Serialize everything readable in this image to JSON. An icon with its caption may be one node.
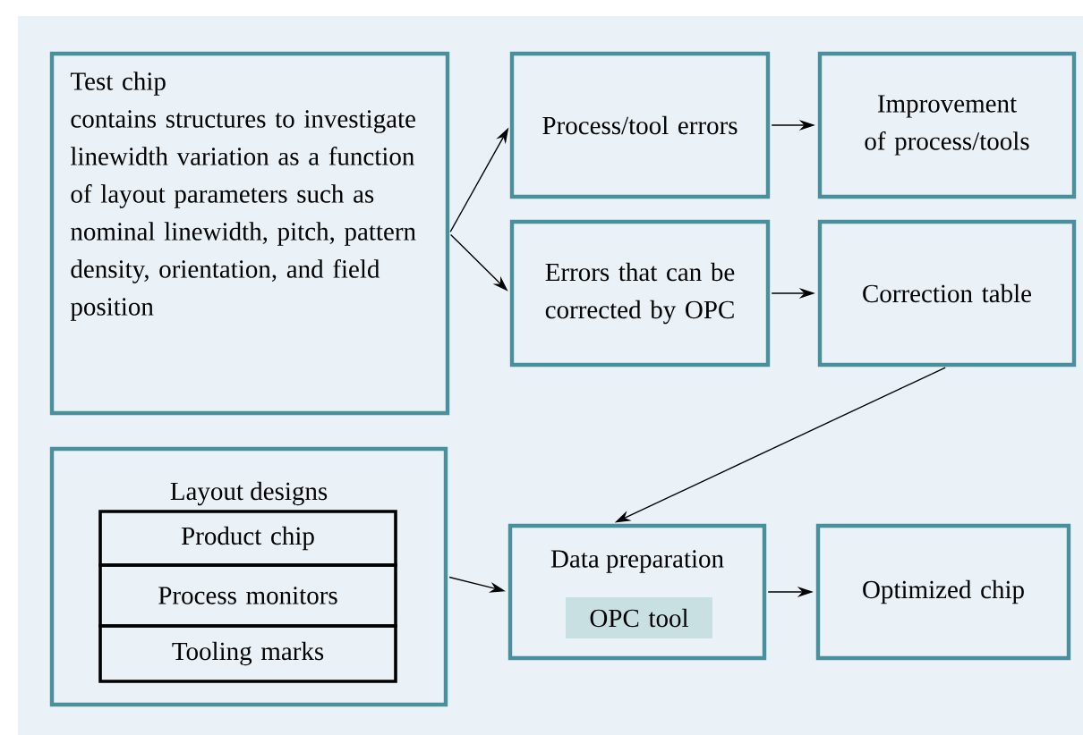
{
  "diagram": {
    "nodes": [
      {
        "text": [
          "Test chip",
          "contains structures to investigate linewidth variation as a function of layout parameters such as nominal linewidth, pitch, pattern density, orientation, and field position"
        ]
      },
      {
        "text": [
          "Process/tool errors"
        ]
      },
      {
        "text": [
          "Improvement of process/tools"
        ]
      },
      {
        "text": [
          "Errors that can be corrected by OPC"
        ]
      },
      {
        "text": [
          "Correction table"
        ]
      },
      {
        "text": [
          "Layout designs"
        ]
      },
      {
        "text": [
          "Product chip"
        ],
        "in": 5
      },
      {
        "text": [
          "Process monitors"
        ],
        "in": 5
      },
      {
        "text": [
          "Tooling marks"
        ],
        "in": 5
      },
      {
        "text": [
          "Data preparation"
        ]
      },
      {
        "text": [
          "OPC tool"
        ],
        "in": 9
      },
      {
        "text": [
          "Optimized chip"
        ]
      }
    ],
    "edges": [
      {
        "from": 0,
        "to": 1,
        "arrow": "to"
      },
      {
        "from": 0,
        "to": 3,
        "arrow": "to"
      },
      {
        "from": 1,
        "to": 2,
        "arrow": "to"
      },
      {
        "from": 3,
        "to": 4,
        "arrow": "to"
      },
      {
        "from": 4,
        "to": 9,
        "arrow": "to"
      },
      {
        "from": 5,
        "to": 9,
        "arrow": "to"
      },
      {
        "from": 9,
        "to": 11,
        "arrow": "to"
      }
    ]
  }
}
